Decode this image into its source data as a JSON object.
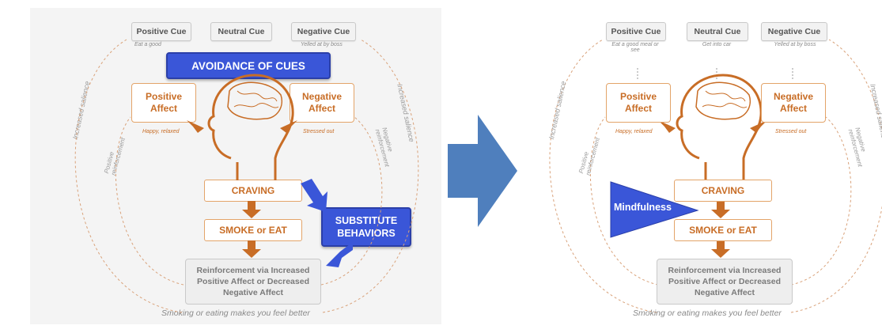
{
  "left": {
    "cues": [
      "Positive Cue",
      "Neutral Cue",
      "Negative Cue"
    ],
    "cue_sub_left": "Eat a good",
    "cue_sub_right": "Yelled at by boss",
    "avoidance": "AVOIDANCE OF CUES",
    "positive_affect": "Positive Affect",
    "negative_affect": "Negative Affect",
    "happy": "Happy, relaxed",
    "stressed": "Stressed out",
    "craving": "CRAVING",
    "smoke": "SMOKE or EAT",
    "substitute": "SUBSTITUTE BEHAVIORS",
    "reinforcement": "Reinforcement via Increased Positive Affect or Decreased Negative Affect",
    "caption": "Smoking or eating makes you feel better",
    "increased_salience": "Increased salience",
    "positive_reinforcement": "Positive reinforcement",
    "negative_reinforcement": "Negative reinforcement"
  },
  "right": {
    "cues": [
      "Positive Cue",
      "Neutral Cue",
      "Negative Cue"
    ],
    "cue_subs": [
      "Eat a good meal or see",
      "Get into car",
      "Yelled at by boss"
    ],
    "positive_affect": "Positive Affect",
    "negative_affect": "Negative Affect",
    "happy": "Happy, relaxed",
    "stressed": "Stressed out",
    "craving": "CRAVING",
    "smoke": "SMOKE or EAT",
    "mindfulness": "Mindfulness",
    "reinforcement": "Reinforcement via Increased Positive Affect or Decreased Negative Affect",
    "caption": "Smoking or eating makes you feel better",
    "increased_salience": "Increased salience",
    "positive_reinforcement": "Positive reinforcement",
    "negative_reinforcement": "Negative reinforcement"
  },
  "colors": {
    "orange": "#c86d26",
    "blue": "#3a56d8",
    "arrow_blue": "#4f7fbd"
  }
}
